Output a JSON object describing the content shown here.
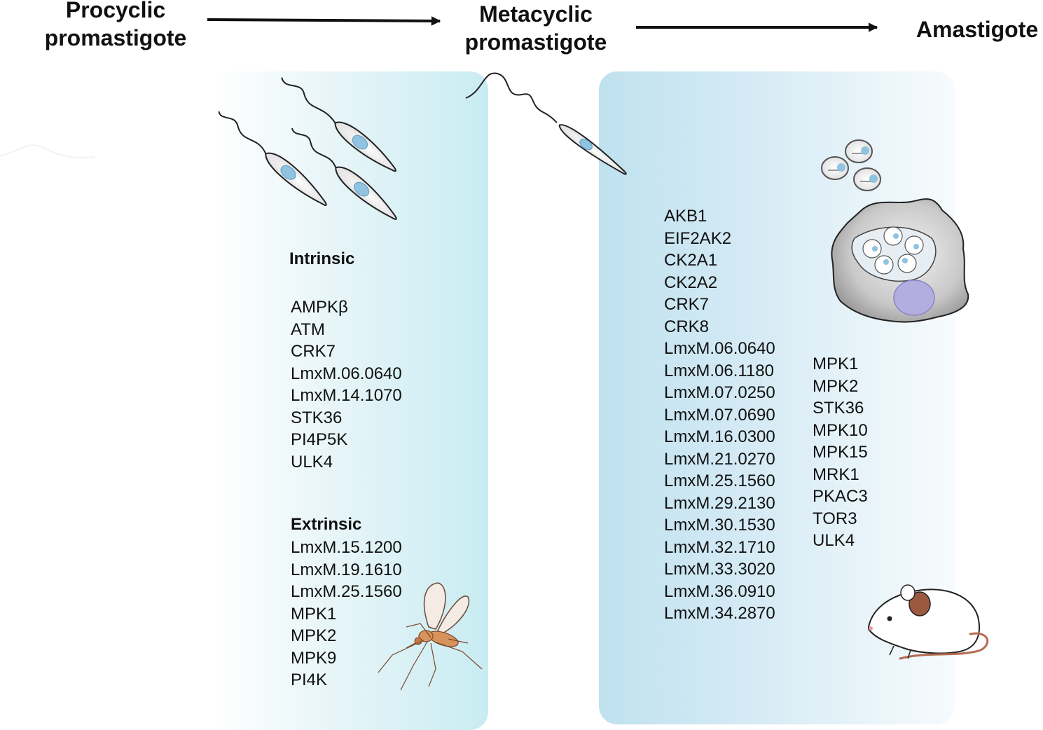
{
  "stages": [
    "Procyclic\npromastigote",
    "Metacyclic\npromastigote",
    "Amastigote"
  ],
  "intrinsic": {
    "title": "Intrinsic",
    "items": [
      "AMPKβ",
      "ATM",
      "CRK7",
      "LmxM.06.0640",
      "LmxM.14.1070",
      "STK36",
      "PI4P5K",
      "ULK4"
    ]
  },
  "extrinsic": {
    "title": "Extrinsic",
    "items": [
      "LmxM.15.1200",
      "LmxM.19.1610",
      "LmxM.25.1560",
      "MPK1",
      "MPK2",
      "MPK9",
      "PI4K"
    ]
  },
  "metacyclic_kinases": [
    "AKB1",
    "EIF2AK2",
    "CK2A1",
    "CK2A2",
    "CRK7",
    "CRK8",
    "LmxM.06.0640",
    "LmxM.06.1180",
    "LmxM.07.0250",
    "LmxM.07.0690",
    "LmxM.16.0300",
    "LmxM.21.0270",
    "LmxM.25.1560",
    "LmxM.29.2130",
    "LmxM.30.1530",
    "LmxM.32.1710",
    "LmxM.33.3020",
    "LmxM.36.0910",
    "LmxM.34.2870"
  ],
  "amastigote_kinases": [
    "MPK1",
    "MPK2",
    "STK36",
    "MPK10",
    "MPK15",
    "MRK1",
    "PKAC3",
    "TOR3",
    "ULK4"
  ],
  "icons": {
    "procyclic": "promastigote-cluster-icon",
    "metacyclic": "metacyclic-promastigote-icon",
    "amastigotes": "amastigote-cells-icon",
    "macrophage": "infected-macrophage-icon",
    "sandfly": "sandfly-icon",
    "mouse": "mouse-icon"
  },
  "colors": {
    "panel_left": "#c8ecf2",
    "panel_right": "#bfe1ef",
    "nucleus": "#8fc3df",
    "macrophage_nucleus": "#b3aee0"
  }
}
